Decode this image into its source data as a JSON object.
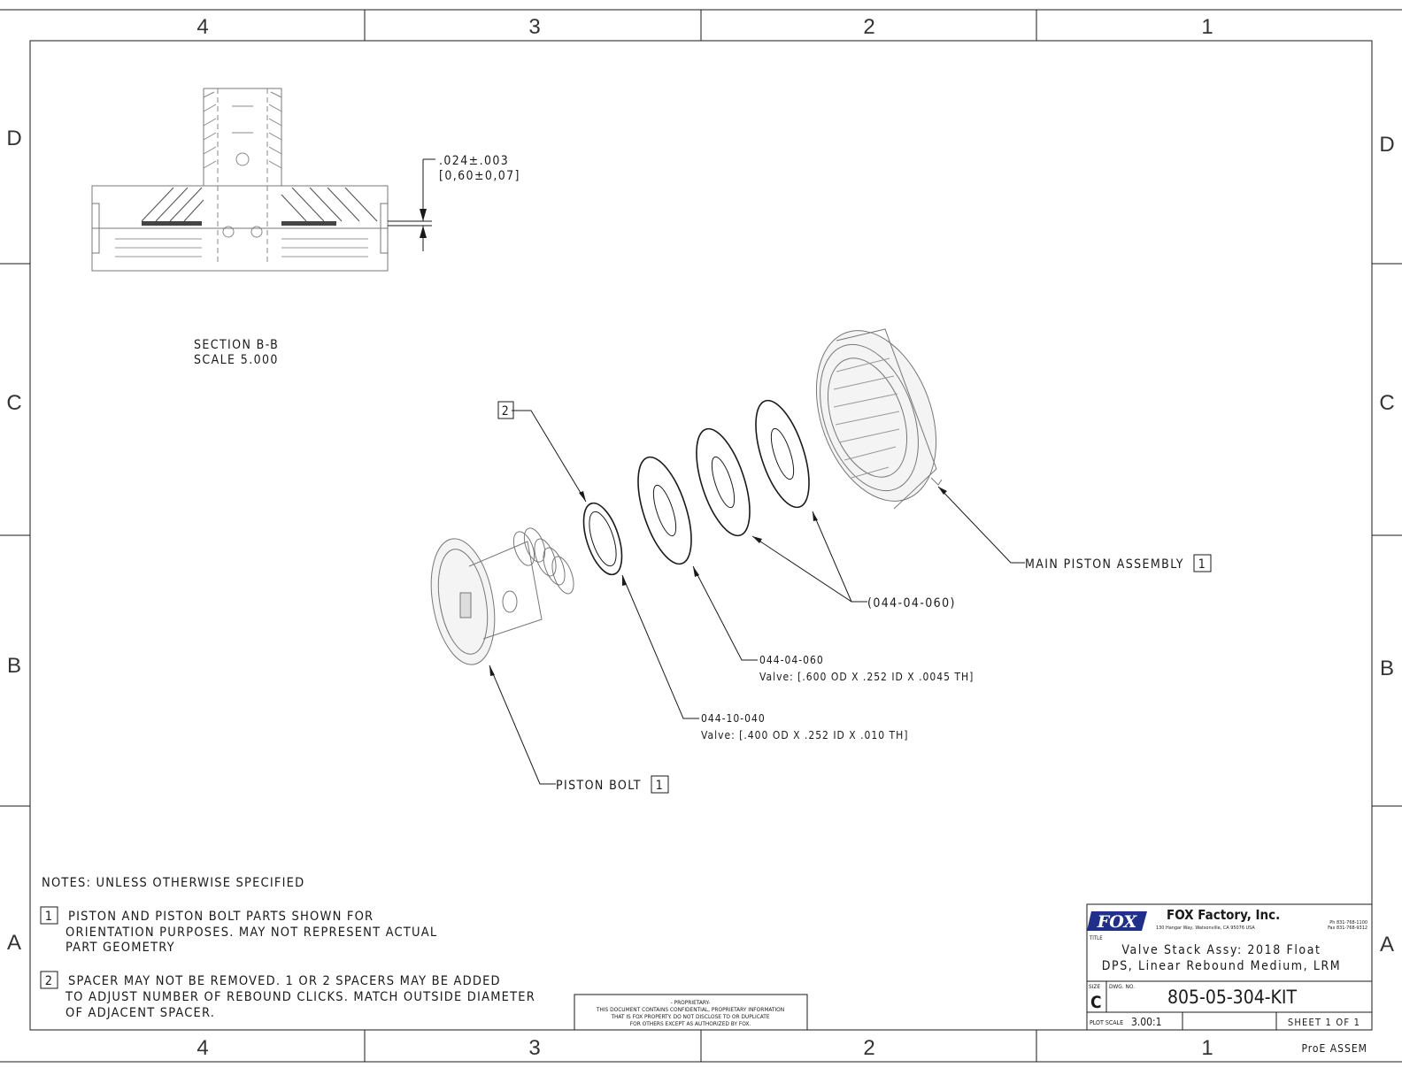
{
  "zones": {
    "columns": [
      "4",
      "3",
      "2",
      "1"
    ],
    "rows": [
      "D",
      "C",
      "B",
      "A"
    ]
  },
  "section": {
    "dimension_in": ".024±.003",
    "dimension_mm": "[0,60±0,07]",
    "title": "SECTION  B-B",
    "scale": "SCALE  5.000"
  },
  "callouts": {
    "spacer_balloon": "2",
    "main_piston": "MAIN PISTON ASSEMBLY",
    "main_piston_note": "1",
    "valve_group": "(044-04-060)",
    "valve_060_part": "044-04-060",
    "valve_060_desc": "Valve: [.600 OD X .252 ID X .0045 TH]",
    "valve_040_part": "044-10-040",
    "valve_040_desc": "Valve: [.400 OD X .252 ID X .010 TH]",
    "piston_bolt": "PISTON BOLT",
    "piston_bolt_note": "1"
  },
  "notes": {
    "header": "NOTES: UNLESS OTHERWISE SPECIFIED",
    "items": [
      {
        "num": "1",
        "lines": [
          "PISTON AND PISTON BOLT PARTS SHOWN FOR",
          "ORIENTATION PURPOSES. MAY NOT REPRESENT ACTUAL",
          "PART GEOMETRY"
        ]
      },
      {
        "num": "2",
        "lines": [
          "SPACER MAY NOT BE REMOVED.  1 OR 2 SPACERS MAY BE ADDED",
          "TO ADJUST NUMBER OF REBOUND CLICKS. MATCH OUTSIDE DIAMETER",
          "OF ADJACENT SPACER."
        ]
      }
    ]
  },
  "proprietary": {
    "lines": [
      "- PROPRIETARY-",
      "THIS DOCUMENT CONTAINS CONFIDENTIAL, PROPRIETARY INFORMATION",
      "THAT IS FOX PROPERTY.  DO NOT DISCLOSE TO OR DUPLICATE",
      "FOR OTHERS EXCEPT AS AUTHORIZED BY FOX."
    ]
  },
  "title_block": {
    "logo": "FOX",
    "company": "FOX Factory, Inc.",
    "address": "130 Hangar Way, Watsonville, CA 95076 USA",
    "phone": "Ph 831-768-1100",
    "fax": "Fax 831-768-9312",
    "title_label": "TITLE",
    "title_line1": "Valve Stack Assy: 2018 Float",
    "title_line2": "DPS, Linear Rebound Medium, LRM",
    "size_label": "SIZE",
    "size": "C",
    "dwg_label": "DWG. NO.",
    "dwg_no": "805-05-304-KIT",
    "plot_scale_label": "PLOT SCALE",
    "plot_scale": "3.00:1",
    "sheet": "SHEET 1 OF 1"
  },
  "footer": "ProE ASSEM",
  "colors": {
    "ink": "#1a1a1a",
    "part_line": "#777777",
    "logo": "#1f2f8a"
  }
}
